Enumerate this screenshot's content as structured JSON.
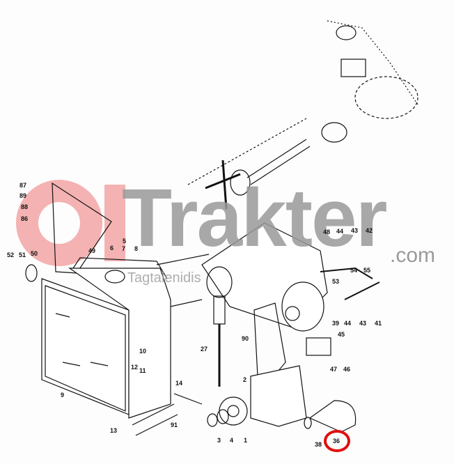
{
  "watermark": {
    "brand": "Trakter",
    "suffix": ".com",
    "subtitle": "Tagtalenidis"
  },
  "highlighted_part": "36",
  "part_labels": [
    "87",
    "89",
    "88",
    "86",
    "52",
    "51",
    "50",
    "49",
    "6",
    "5",
    "7",
    "8",
    "9",
    "10",
    "11",
    "12",
    "13",
    "14",
    "91",
    "27",
    "90",
    "2",
    "3",
    "4",
    "1",
    "38",
    "36",
    "39",
    "44",
    "43",
    "41",
    "45",
    "47",
    "46",
    "53",
    "54",
    "55",
    "48",
    "44",
    "43",
    "42"
  ],
  "colors": {
    "highlight": "#e01010",
    "logo": "#f29a9a",
    "watermark": "#9a9a9a",
    "line": "#111111"
  }
}
